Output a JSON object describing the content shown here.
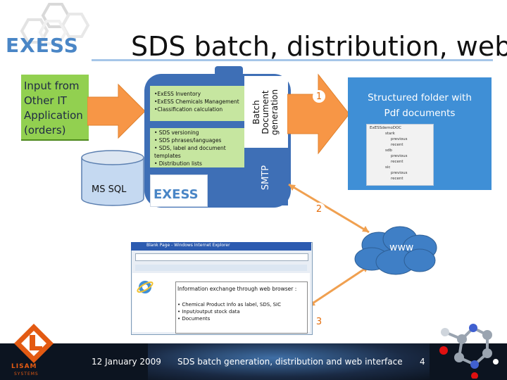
{
  "header": {
    "logo": "EXESS",
    "title": "SDS batch, distribution, web"
  },
  "input": {
    "lines": [
      "Input from",
      "Other IT",
      "Application",
      "(orders)"
    ]
  },
  "core": {
    "module1": [
      "•ExESS Inventory",
      "•ExESS Chemicals Management",
      "•Classification calculation"
    ],
    "module2": [
      "• SDS versioning",
      "• SDS phrases/languages",
      "• SDS, label and document",
      "templates",
      "• Distribution lists"
    ],
    "batch_lines": [
      "Batch",
      "Document",
      "generation"
    ],
    "smtp": "SMTP",
    "card_logo": "EXESS"
  },
  "db": {
    "label": "MS SQL"
  },
  "output": {
    "title_lines": [
      "Structured folder with",
      "Pdf documents"
    ],
    "folder_rows": [
      "ExESSdemoDOC",
      "stark",
      "previous",
      "recent",
      "sdb",
      "previous",
      "recent",
      "sic",
      "previous",
      "recent"
    ]
  },
  "badges": {
    "one": "1",
    "two": "2",
    "three": "3"
  },
  "www": "www",
  "browser": {
    "title": "Blank Page - Windows Internet Explorer",
    "info_title": "Information exchange through web browser :",
    "info_items": [
      "• Chemical Product Info as label, SDS, SIC",
      "• Input/output stock data",
      "• Documents"
    ]
  },
  "footer": {
    "logo_text": "LISAM",
    "logo_sub": "SYSTEMS",
    "date": "12 January 2009",
    "title": "SDS batch generation, distribution and web interface",
    "page": "4"
  },
  "colors": {
    "green": "#92d050",
    "core_blue": "#3e6fb6",
    "output_blue": "#3f8fd6",
    "arrow_orange": "#f79646",
    "badge_orange": "#e46c0a",
    "footer_dark": "#0c1420"
  }
}
